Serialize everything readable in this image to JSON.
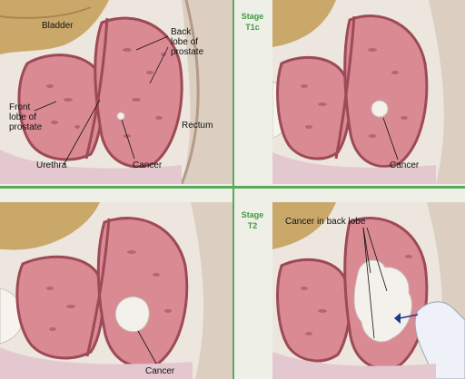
{
  "colors": {
    "tissue": "#d98a93",
    "tissue_dark": "#9d4a56",
    "bladder": "#c9a86a",
    "rectum_bg": "#e8e0d8",
    "cancer": "#f4f1ec",
    "divider": "#5aa85a",
    "stage_text": "#3f9a3f"
  },
  "panels": {
    "top_left": {
      "labels": {
        "bladder": "Bladder",
        "back_lobe_1": "Back",
        "back_lobe_2": "lobe of",
        "back_lobe_3": "prostate",
        "front_lobe_1": "Front",
        "front_lobe_2": "lobe of",
        "front_lobe_3": "prostate",
        "rectum": "Rectum",
        "urethra": "Urethra",
        "cancer": "Cancer"
      }
    },
    "top_right": {
      "stage_1": "Stage",
      "stage_2": "T1c",
      "cancer": "Cancer"
    },
    "bottom_left": {
      "cancer": "Cancer"
    },
    "bottom_right": {
      "stage_1": "Stage",
      "stage_2": "T2",
      "cancer_back_lobe": "Cancer in back lobe"
    }
  }
}
